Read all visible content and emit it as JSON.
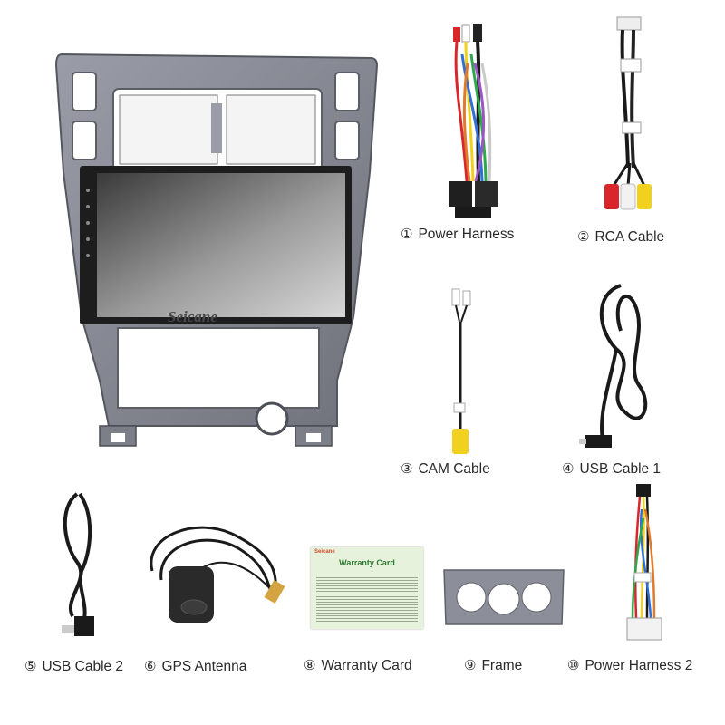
{
  "brand_watermark": "Seicane",
  "items": [
    {
      "num": "①",
      "label": "Power Harness"
    },
    {
      "num": "②",
      "label": "RCA Cable"
    },
    {
      "num": "③",
      "label": "CAM Cable"
    },
    {
      "num": "④",
      "label": "USB Cable 1"
    },
    {
      "num": "⑤",
      "label": "USB Cable 2"
    },
    {
      "num": "⑥",
      "label": "GPS Antenna"
    },
    {
      "num": "⑧",
      "label": "Warranty Card"
    },
    {
      "num": "⑨",
      "label": "Frame"
    },
    {
      "num": "⑩",
      "label": "Power Harness 2"
    }
  ],
  "warranty_card": {
    "brand": "Seicane",
    "title": "Warranty Card"
  },
  "colors": {
    "frame": "#8c8e99",
    "frame_dark": "#5f616b",
    "screen_dark": "#2b2b2b",
    "rca_red": "#d8262a",
    "rca_yellow": "#f2d11e",
    "card_green": "#e6f2dc",
    "card_title": "#2e7d32",
    "card_brand": "#d24a2b"
  }
}
